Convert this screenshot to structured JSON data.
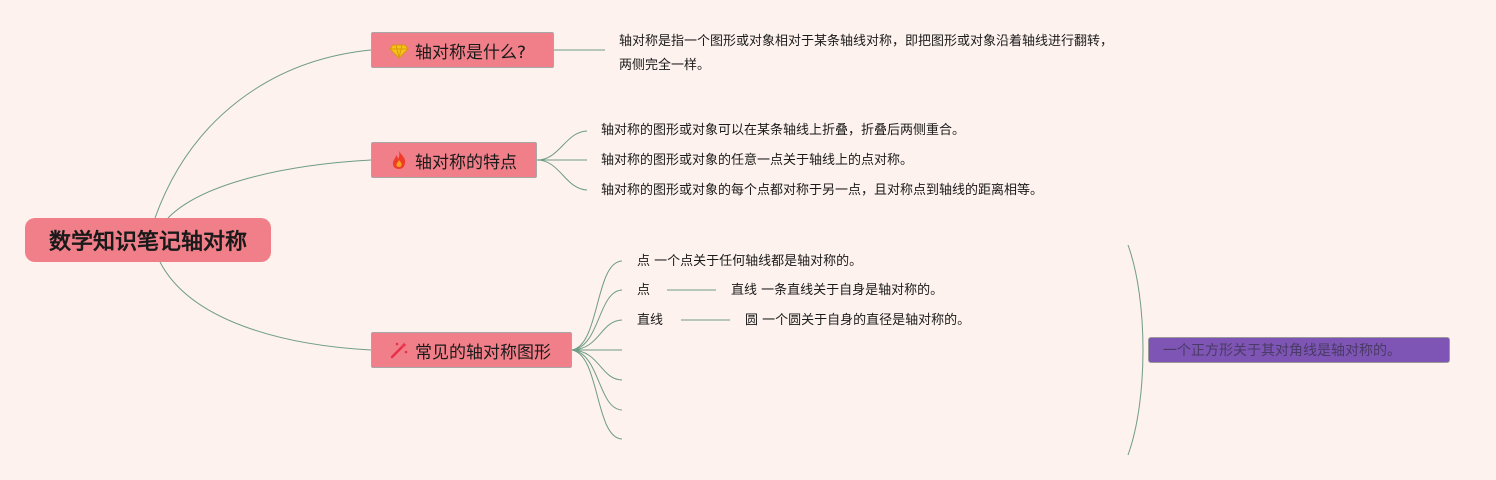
{
  "root": {
    "label": "数学知识笔记轴对称"
  },
  "topics": [
    {
      "label": "轴对称是什么?",
      "icon": "diamond-icon"
    },
    {
      "label": "轴对称的特点",
      "icon": "fire-icon"
    },
    {
      "label": "常见的轴对称图形",
      "icon": "sparkle-wand-icon"
    }
  ],
  "definition": {
    "text": "轴对称是指一个图形或对象相对于某条轴线对称，即把图形或对象沿着轴线进行翻转，两侧完全一样。"
  },
  "features": [
    "轴对称的图形或对象可以在某条轴线上折叠，折叠后两侧重合。",
    "轴对称的图形或对象的任意一点关于轴线上的点对称。",
    "轴对称的图形或对象的每个点都对称于另一点，且对称点到轴线的距离相等。"
  ],
  "shapes": {
    "row1": "点 一个点关于任何轴线都是轴对称的。",
    "row2_left": "点",
    "row2_right": "直线 一条直线关于自身是轴对称的。",
    "row3_left": "直线",
    "row3_right": "圆 一个圆关于自身的直径是轴对称的。",
    "summary": "一个正方形关于其对角线是轴对称的。"
  },
  "colors": {
    "background": "#fdf2ed",
    "node_fill": "#f07f89",
    "connector": "#6f9c86",
    "summary_fill": "#7e55b4"
  }
}
